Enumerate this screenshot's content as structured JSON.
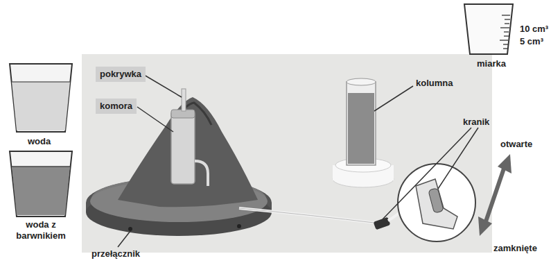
{
  "diagram": {
    "labels": [
      "woda",
      "woda z barwnikiem",
      "pokrywka",
      "komora",
      "przełącznik",
      "kolumna",
      "kranik",
      "otwarte",
      "zamknięte",
      "miarka",
      "10 cm³",
      "5 cm³"
    ]
  }
}
